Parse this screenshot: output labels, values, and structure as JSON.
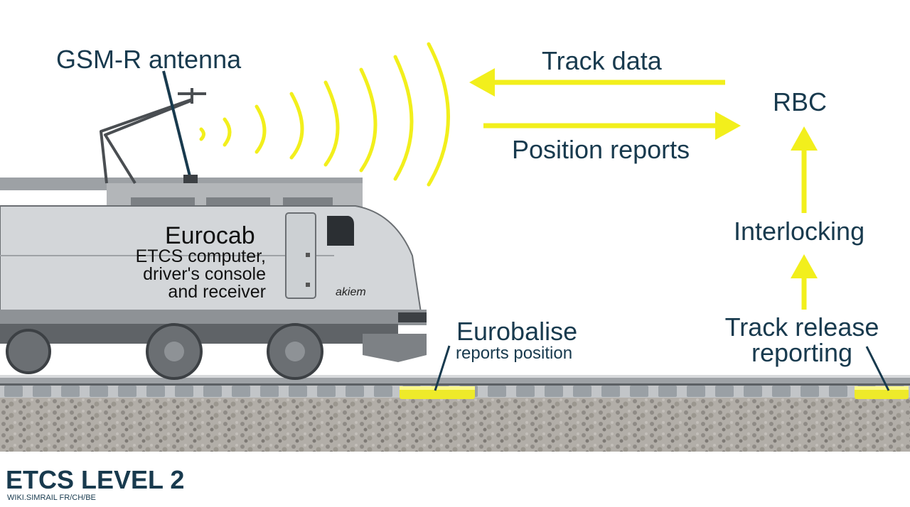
{
  "labels": {
    "antenna": "GSM-R antenna",
    "track_data": "Track data",
    "position_reports": "Position reports",
    "rbc": "RBC",
    "interlocking": "Interlocking",
    "track_release_line1": "Track release",
    "track_release_line2": "reporting",
    "eurobalise": "Eurobalise",
    "eurobalise_sub": "reports position",
    "eurocab_title": "Eurocab",
    "eurocab_line1": "ETCS computer,",
    "eurocab_line2": "driver's console",
    "eurocab_line3": "and receiver",
    "brand": "akiem"
  },
  "footer": {
    "title": "ETCS LEVEL 2",
    "credit": "WIKI.SIMRAIL FR/CH/BE"
  },
  "colors": {
    "text": "#183a4e",
    "arrow": "#f2ef1c",
    "train_body": "#c9cccf",
    "rail": "#8b8f93",
    "ballast": "#a7a39d"
  }
}
